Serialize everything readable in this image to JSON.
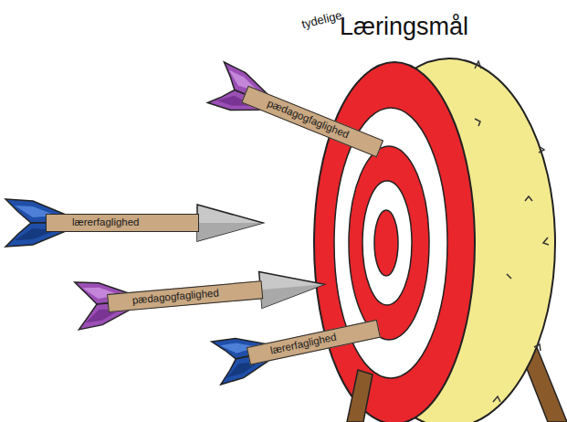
{
  "diagram": {
    "title": "Læringsmål",
    "nodes": [
      {
        "text": [
          "pædagogfaglighed"
        ]
      },
      {
        "text": [
          "lærerfaglighed"
        ]
      },
      {
        "text": [
          "pædagogfaglighed"
        ]
      },
      {
        "text": [
          "lærerfaglighed"
        ]
      }
    ],
    "labels": [
      "tydelige"
    ]
  }
}
